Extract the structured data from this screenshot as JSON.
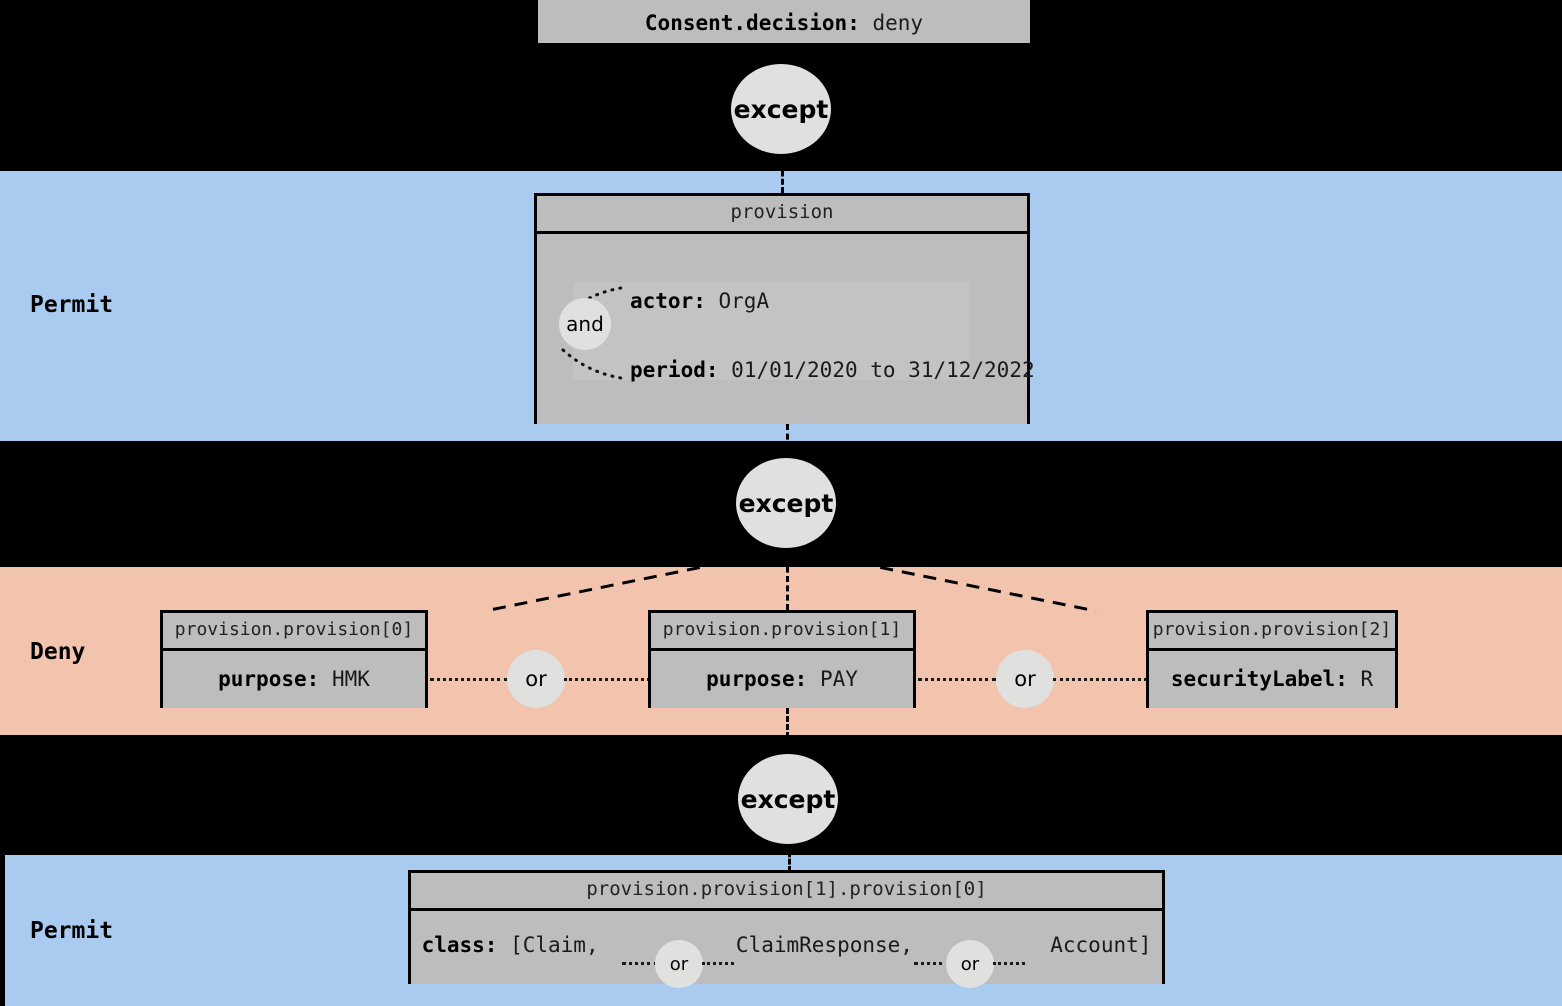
{
  "diagram": {
    "title_box": {
      "label": "Consent.decision:",
      "value": "deny"
    },
    "bands": [
      {
        "name": "permit-top",
        "label": "Permit",
        "color": "#a9cbef"
      },
      {
        "name": "deny",
        "label": "Deny",
        "color": "#f2c3ad"
      },
      {
        "name": "permit-bottom",
        "label": "Permit",
        "color": "#a9cbef"
      }
    ],
    "operators": {
      "except": "except",
      "and": "and",
      "or": "or"
    },
    "provision_node": {
      "header": "provision",
      "rows": [
        {
          "label": "actor:",
          "value": "OrgA"
        },
        {
          "label": "period:",
          "value": "01/01/2020 to 31/12/2022"
        }
      ],
      "join": "and"
    },
    "deny_nodes": [
      {
        "header": "provision.provision[0]",
        "label": "purpose:",
        "value": "HMK"
      },
      {
        "header": "provision.provision[1]",
        "label": "purpose:",
        "value": "PAY"
      },
      {
        "header": "provision.provision[2]",
        "label": "securityLabel:",
        "value": "R"
      }
    ],
    "deny_joins": [
      "or",
      "or"
    ],
    "bottom_node": {
      "header": "provision.provision[1].provision[0]",
      "label": "class:",
      "open_bracket": "[Claim,",
      "middle": "ClaimResponse,",
      "close": "Account]",
      "joins": [
        "or",
        "or"
      ]
    }
  }
}
